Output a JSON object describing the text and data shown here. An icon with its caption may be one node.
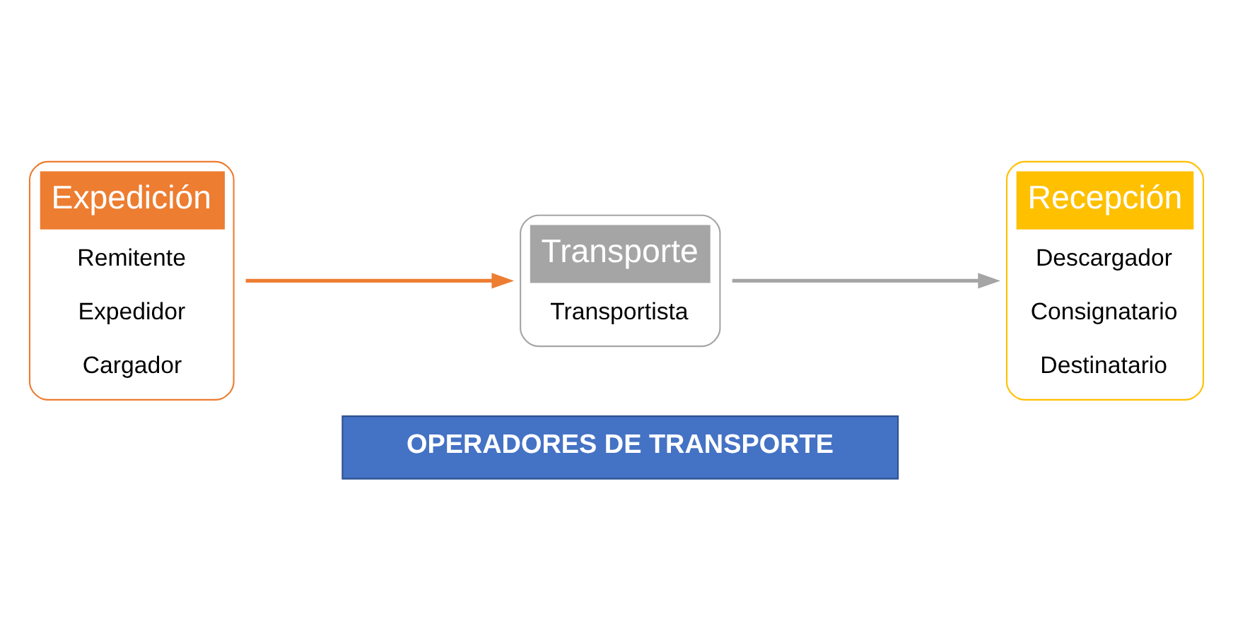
{
  "diagram": {
    "nodes": [
      {
        "text": [
          "OPERADORES DE TRANSPORTE"
        ]
      },
      {
        "text": [
          "Expedición",
          "Remitente",
          "Expedidor",
          "Cargador"
        ]
      },
      {
        "text": [
          "Transporte",
          "Transportista"
        ]
      },
      {
        "text": [
          "Recepción",
          "Descargador",
          "Consignatario",
          "Destinatario"
        ]
      }
    ],
    "edges": [
      {
        "from": 1,
        "to": 2,
        "arrow": "to",
        "color": "#ed7d31"
      },
      {
        "from": 2,
        "to": 3,
        "arrow": "to",
        "color": "#a5a5a5"
      }
    ]
  }
}
